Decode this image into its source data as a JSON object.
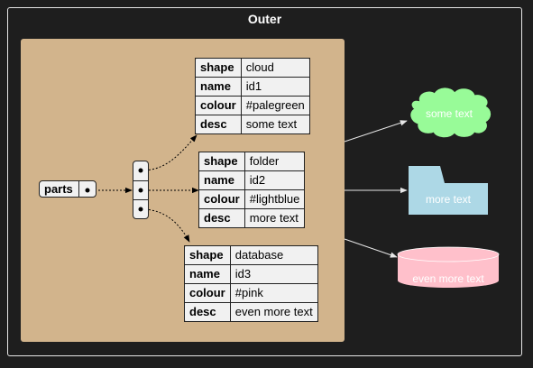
{
  "outer": {
    "title": "Outer"
  },
  "parts": {
    "label": "parts"
  },
  "records": [
    {
      "shape": "cloud",
      "name": "id1",
      "colour": "#palegreen",
      "desc": "some text"
    },
    {
      "shape": "folder",
      "name": "id2",
      "colour": "#lightblue",
      "desc": "more text"
    },
    {
      "shape": "database",
      "name": "id3",
      "colour": "#pink",
      "desc": "even more text"
    }
  ],
  "keys": {
    "shape": "shape",
    "name": "name",
    "colour": "colour",
    "desc": "desc"
  },
  "nodes": {
    "cloud": {
      "label": "some text",
      "fill": "#98fb98"
    },
    "folder": {
      "label": "more text",
      "fill": "#add8e6"
    },
    "database": {
      "label": "even more text",
      "fill": "#ffc0cb"
    }
  },
  "colors": {
    "background": "#1e1e1e",
    "container": "#d2b48c",
    "table": "#f1f1f1",
    "arrow": "#e6e6e6"
  }
}
